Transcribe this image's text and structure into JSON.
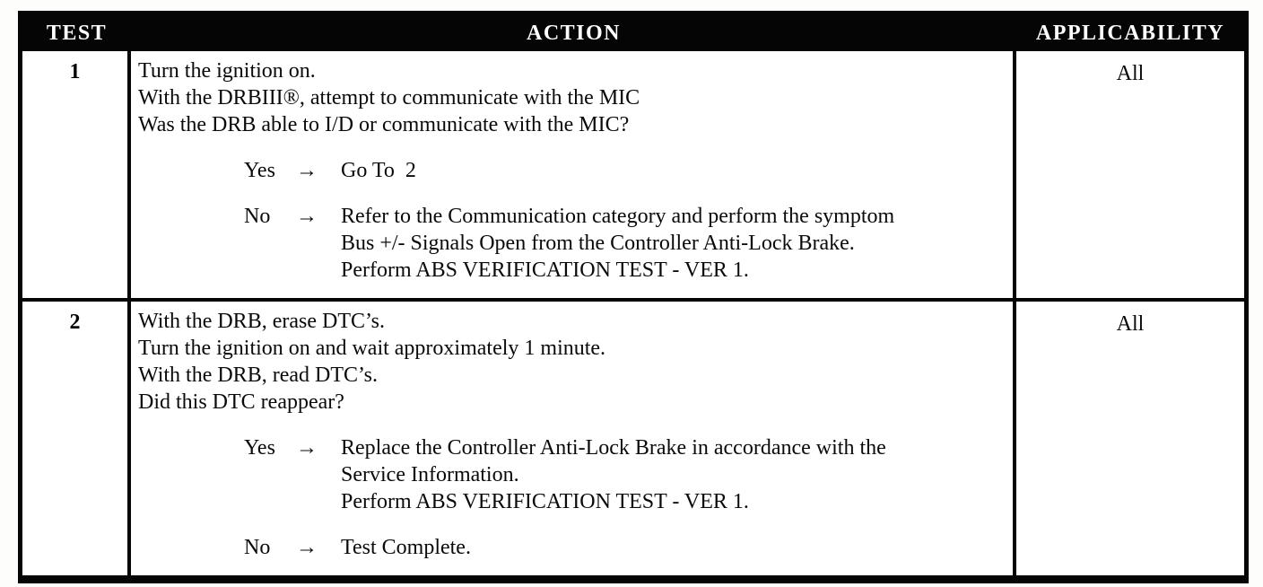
{
  "header": {
    "test": "TEST",
    "action": "ACTION",
    "applicability": "APPLICABILITY"
  },
  "arrow": "→",
  "colors": {
    "header_bg": "#050505",
    "header_text": "#ffffff",
    "border": "#050505",
    "body_text": "#0a0a0a",
    "page_bg": "#ffffff"
  },
  "rows": [
    {
      "test": "1",
      "applicability": "All",
      "intro": [
        "Turn the ignition on.",
        "With the DRBIII®, attempt to communicate with the MIC",
        "Was the DRB able to I/D or communicate with the MIC?"
      ],
      "branches": [
        {
          "label": "Yes",
          "lines": [
            "Go To  2"
          ]
        },
        {
          "label": "No",
          "lines": [
            "Refer to the Communication category and perform the symptom",
            "Bus +/- Signals Open from the Controller Anti-Lock Brake.",
            "Perform ABS VERIFICATION TEST - VER 1."
          ]
        }
      ]
    },
    {
      "test": "2",
      "applicability": "All",
      "intro": [
        "With the DRB, erase DTC’s.",
        "Turn the ignition on and wait approximately 1 minute.",
        "With the DRB, read DTC’s.",
        "Did this DTC reappear?"
      ],
      "branches": [
        {
          "label": "Yes",
          "lines": [
            "Replace the Controller Anti-Lock Brake in accordance with the",
            "Service Information.",
            "Perform ABS VERIFICATION TEST - VER 1."
          ]
        },
        {
          "label": "No",
          "lines": [
            "Test Complete."
          ]
        }
      ]
    }
  ]
}
